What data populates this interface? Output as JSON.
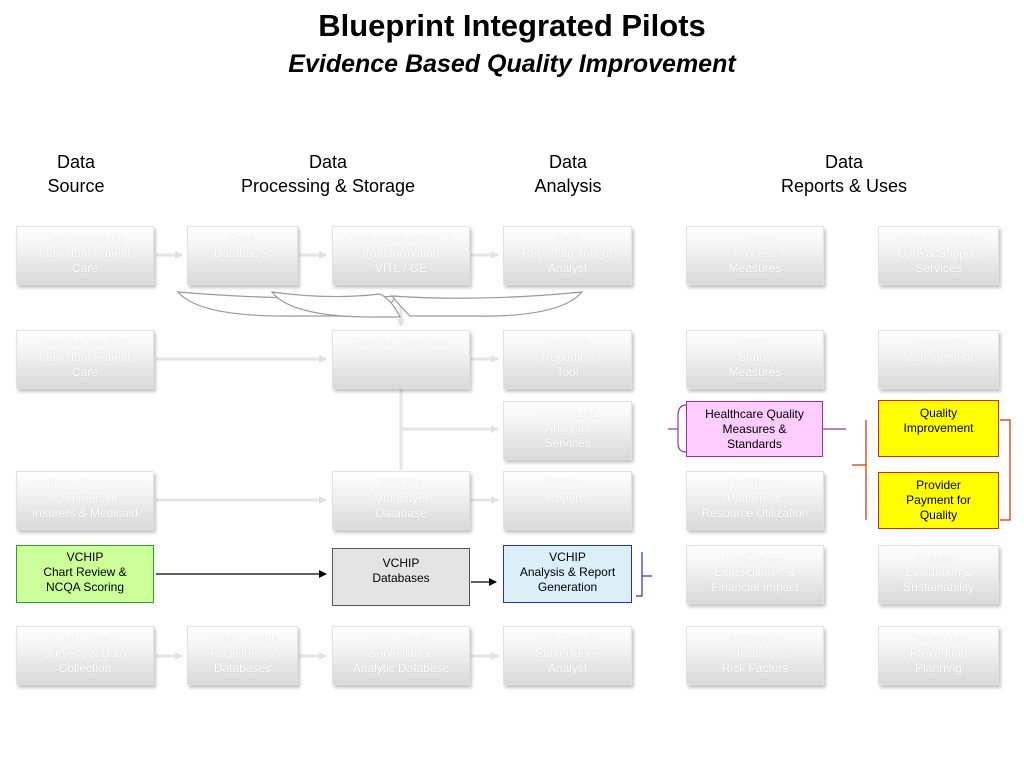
{
  "header": {
    "title": "Blueprint Integrated Pilots",
    "subtitle": "Evidence Based Quality Improvement"
  },
  "columns": [
    {
      "line1": "Data",
      "line2": "Source"
    },
    {
      "line1": "Data",
      "line2": "Processing & Storage"
    },
    {
      "line1": "Data",
      "line2": "Analysis"
    },
    {
      "line1": "Data",
      "line2": "Reports & Uses"
    }
  ],
  "boxes": {
    "emr_clinical_use": [
      "EMRs used for",
      "Individual Patient",
      "Care"
    ],
    "emr_databases": [
      "EMR",
      "Databases"
    ],
    "data_transmission": [
      "Data transmission &",
      "transformation",
      "VITL / GE"
    ],
    "emr_reporting_tool": [
      "EMR",
      "Reporting Tool or",
      "Analyst"
    ],
    "clinical_process_measures": [
      "Clinical",
      "Process",
      "Measures"
    ],
    "individual_patient_care": [
      "Individual Patient",
      "Care & Support",
      "Services"
    ],
    "docsite_clinical_use": [
      "DocSite used for",
      "Individual Patient",
      "Care"
    ],
    "docsite_database": [
      "DocSite Database"
    ],
    "docsite_reporting_tool": [
      "DocSite",
      "Reporting",
      "Tool"
    ],
    "health_status_measures": [
      "Health",
      "Status",
      "Measures"
    ],
    "population_management": [
      "Population",
      "Management"
    ],
    "contracted_analysis": [
      "Contracted",
      "Analysis",
      "Services"
    ],
    "healthcare_quality_measures": [
      "Healthcare Quality",
      "Measures &",
      "Standards"
    ],
    "quality_improvement": [
      "Quality",
      "Improvement"
    ],
    "medical_claims": [
      "Medical Claims from",
      "Commercial",
      "Insurers & Medicaid"
    ],
    "bischa_database": [
      "BISCHA",
      "Multipayer",
      "Database"
    ],
    "bischa_reports": [
      "BISCHA",
      "Reports"
    ],
    "healthcare_patterns": [
      "Healthcare",
      "Patterns &",
      "Resource Utilization"
    ],
    "provider_payment": [
      "Provider",
      "Payment for",
      "Quality"
    ],
    "vchip_chart_review": [
      "VCHIP",
      "Chart Review &",
      "NCQA Scoring"
    ],
    "vchip_databases": [
      "VCHIP",
      "Databases"
    ],
    "vchip_analysis": [
      "VCHIP",
      "Analysis & Report",
      "Generation"
    ],
    "healthcare_expenditures": [
      "Healthcare",
      "Expenditures &",
      "Financial Impact"
    ],
    "program_evaluation": [
      "Program",
      "Evaluation &",
      "Sustainability"
    ],
    "public_health_surveys": [
      "Public Health",
      "Surveys & Data",
      "Collection"
    ],
    "public_health_registries": [
      "Public Health",
      "Registries &",
      "Databases"
    ],
    "vdh_surveillance_db": [
      "VDH Health",
      "Surveillance",
      "Analytic Database"
    ],
    "vdh_surveillance_analyst": [
      "VDH Health",
      "Surveillance",
      "Analyst"
    ],
    "population_indicators": [
      "Population",
      "Indicators &",
      "Risk Factors"
    ],
    "community_prevention": [
      "Community",
      "Prevention",
      "Planning"
    ]
  },
  "colors": {
    "highlight_green": "#ccff99",
    "highlight_blue": "#dceef6",
    "highlight_pink": "#ffccff",
    "highlight_yellow": "#ffff00",
    "highlight_gray": "#e4e4e4",
    "ghost_box": "#e6e6e6"
  }
}
